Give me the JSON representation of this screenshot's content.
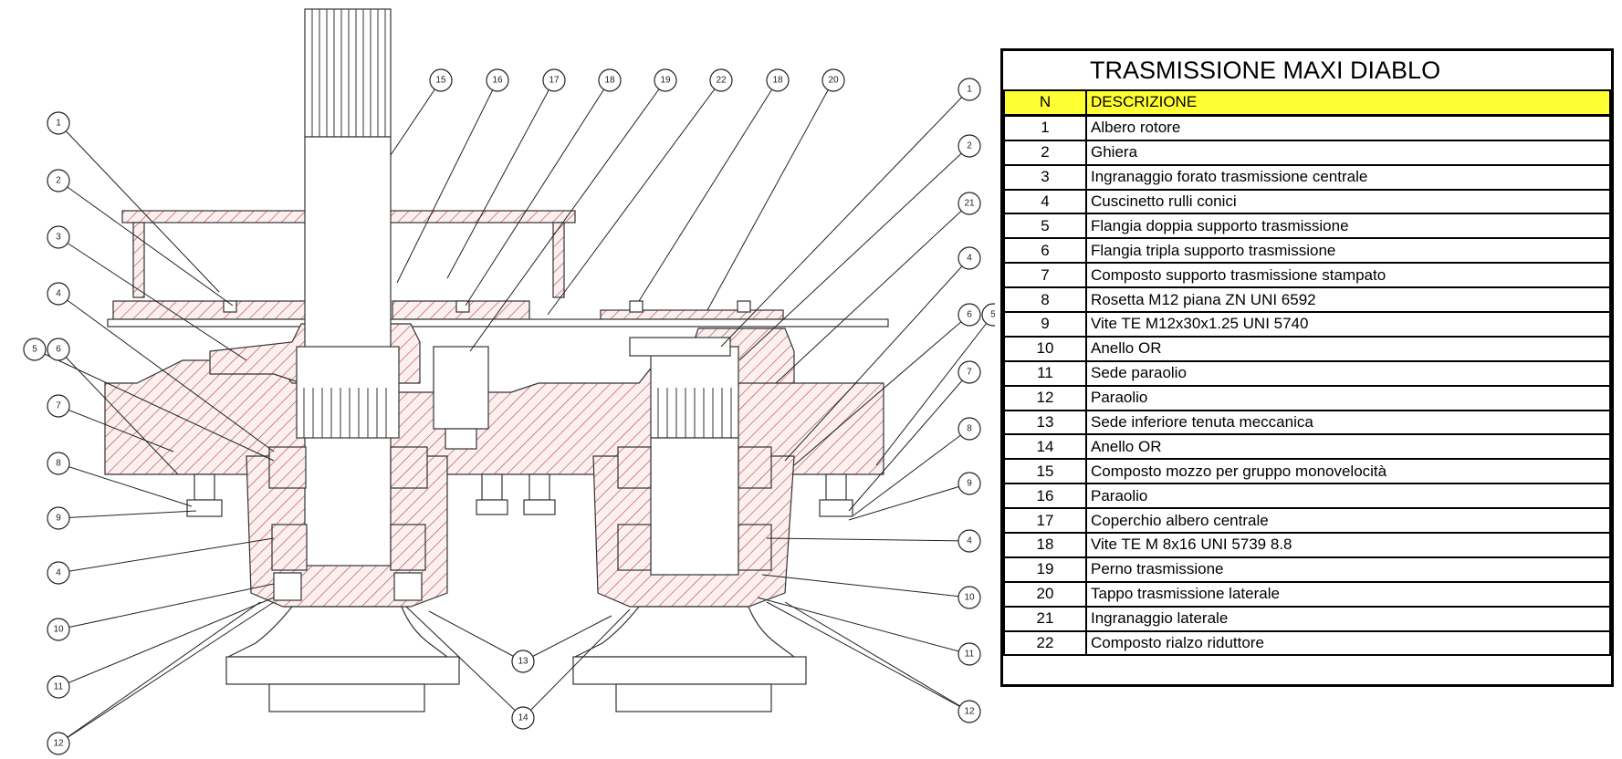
{
  "drawing": {
    "callouts_left": [
      "1",
      "2",
      "3",
      "4",
      "5",
      "6",
      "7",
      "8",
      "9",
      "4",
      "10",
      "11",
      "12"
    ],
    "callouts_top": [
      "15",
      "16",
      "17",
      "18",
      "19",
      "22",
      "18",
      "20"
    ],
    "callouts_right": [
      "1",
      "2",
      "21",
      "4",
      "6",
      "5",
      "7",
      "8",
      "9",
      "4",
      "10",
      "11",
      "12"
    ],
    "callouts_bottom": [
      "13",
      "14"
    ]
  },
  "table": {
    "title": "TRASMISSIONE MAXI DIABLO",
    "header": {
      "n": "N",
      "descrizione": "DESCRIZIONE"
    },
    "header_color": "#ffff33",
    "rows": [
      {
        "n": "1",
        "descrizione": "Albero rotore"
      },
      {
        "n": "2",
        "descrizione": "Ghiera"
      },
      {
        "n": "3",
        "descrizione": "Ingranaggio forato trasmissione centrale"
      },
      {
        "n": "4",
        "descrizione": "Cuscinetto rulli conici"
      },
      {
        "n": "5",
        "descrizione": "Flangia doppia supporto trasmissione"
      },
      {
        "n": "6",
        "descrizione": "Flangia tripla supporto trasmissione"
      },
      {
        "n": "7",
        "descrizione": "Composto supporto trasmissione stampato"
      },
      {
        "n": "8",
        "descrizione": "Rosetta M12 piana ZN UNI 6592"
      },
      {
        "n": "9",
        "descrizione": "Vite TE M12x30x1.25 UNI 5740"
      },
      {
        "n": "10",
        "descrizione": "Anello OR"
      },
      {
        "n": "11",
        "descrizione": "Sede paraolio"
      },
      {
        "n": "12",
        "descrizione": "Paraolio"
      },
      {
        "n": "13",
        "descrizione": "Sede inferiore tenuta meccanica"
      },
      {
        "n": "14",
        "descrizione": "Anello OR"
      },
      {
        "n": "15",
        "descrizione": "Composto mozzo per gruppo monovelocità"
      },
      {
        "n": "16",
        "descrizione": "Paraolio"
      },
      {
        "n": "17",
        "descrizione": "Coperchio albero centrale"
      },
      {
        "n": "18",
        "descrizione": "Vite TE M 8x16 UNI 5739 8.8"
      },
      {
        "n": "19",
        "descrizione": "Perno trasmissione"
      },
      {
        "n": "20",
        "descrizione": "Tappo trasmissione laterale"
      },
      {
        "n": "21",
        "descrizione": "Ingranaggio laterale"
      },
      {
        "n": "22",
        "descrizione": "Composto rialzo riduttore"
      }
    ]
  }
}
